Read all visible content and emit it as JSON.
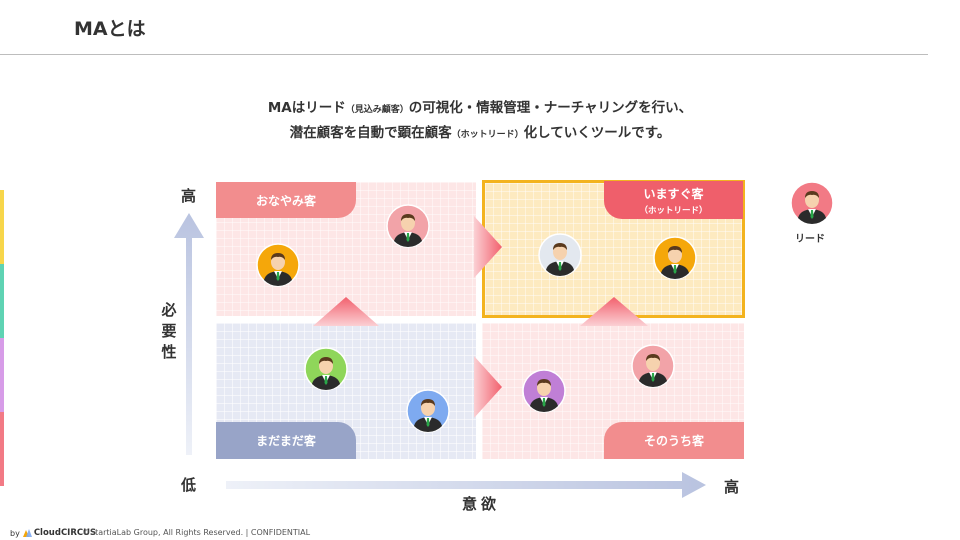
{
  "header": {
    "title": "MAとは"
  },
  "description": {
    "line1_a": "MAはリード",
    "line1_small": "（見込み顧客）",
    "line1_b": "の可視化・情報管理・ナーチャリングを行い、",
    "line2_a": "潜在顧客を自動で顕在顧客",
    "line2_small": "（ホットリード）",
    "line2_b": "化していくツールです。"
  },
  "side_bar_colors": [
    "#f7d64a",
    "#5fd3b3",
    "#d79ce8",
    "#f27a85"
  ],
  "diagram": {
    "quadrants": {
      "top_left": {
        "label": "おなやみ客"
      },
      "top_right": {
        "label": "いますぐ客",
        "sublabel": "（ホットリード）"
      },
      "bottom_left": {
        "label": "まだまだ客"
      },
      "bottom_right": {
        "label": "そのうち客"
      }
    },
    "vertical_axis": {
      "high": "高",
      "low": "低",
      "name_chars": [
        "必",
        "要",
        "性"
      ]
    },
    "horizontal_axis": {
      "high": "高",
      "name": "意欲"
    },
    "legend": {
      "label": "リード"
    },
    "colors": {
      "axis_arrow": "#c5cde6",
      "flow_arrow": "#f2606d",
      "highlight_border": "#f3b31e",
      "avatar_red": "#f27a85",
      "avatar_orange": "#f5a70a",
      "avatar_pink": "#f2a3a8",
      "avatar_gray": "#e3e8ef",
      "avatar_green": "#8fd65a",
      "avatar_blue": "#7eaaf0",
      "avatar_purple": "#c07fd6"
    }
  },
  "footer": {
    "by": "by",
    "brand": "CloudCIRCUS",
    "copyright": "©StartiaLab Group, All Rights Reserved. | CONFIDENTIAL"
  }
}
